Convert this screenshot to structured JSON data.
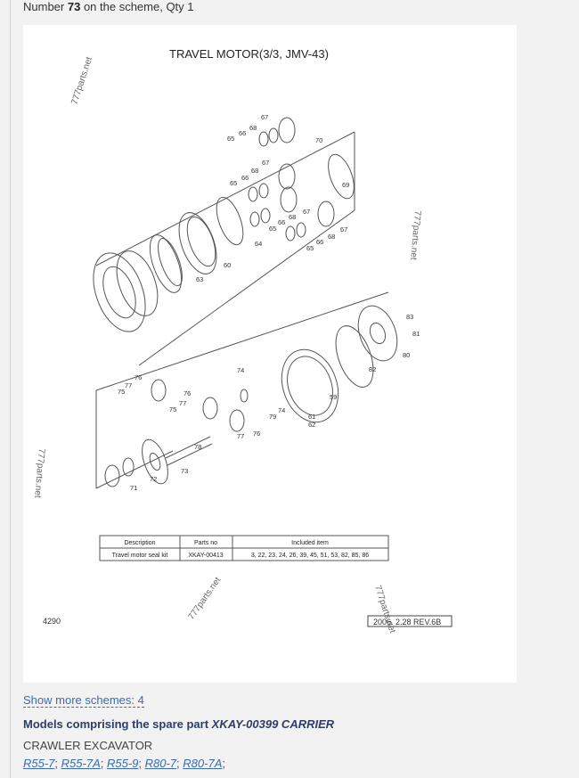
{
  "caption": {
    "prefix": "Number ",
    "number": "73",
    "suffix": " on the scheme, Qty 1"
  },
  "diagram": {
    "title": "TRAVEL MOTOR(3/3, JMV-43)",
    "watermark": "777parts.net",
    "page_number": "4290",
    "revision": "2006. 2.28  REV.6B",
    "callouts": [
      "67",
      "68",
      "66",
      "65",
      "70",
      "67",
      "68",
      "66",
      "65",
      "69",
      "67",
      "68",
      "66",
      "65",
      "67",
      "68",
      "66",
      "65",
      "64",
      "60",
      "63",
      "83",
      "81",
      "80",
      "82",
      "59",
      "74",
      "76",
      "77",
      "75",
      "76",
      "77",
      "75",
      "79",
      "74",
      "61",
      "62",
      "78",
      "77",
      "76",
      "73",
      "72",
      "71"
    ],
    "table": {
      "headers": [
        "Description",
        "Parts no",
        "Included item"
      ],
      "rows": [
        [
          "Travel motor seal kit",
          "XKAY-00413",
          "3, 22, 23, 24, 26, 39, 45, 51, 53, 82, 85, 86"
        ]
      ]
    }
  },
  "show_more": "Show more schemes: 4",
  "models_heading": {
    "prefix": "Models comprising the spare part ",
    "part": "XKAY-00399 CARRIER"
  },
  "category": "CRAWLER EXCAVATOR",
  "models": [
    "R55-7",
    "R55-7A",
    "R55-9",
    "R80-7",
    "R80-7A"
  ],
  "colors": {
    "link": "#3a6bb0",
    "heading": "#2c3e66",
    "background": "#f2f2f2"
  }
}
